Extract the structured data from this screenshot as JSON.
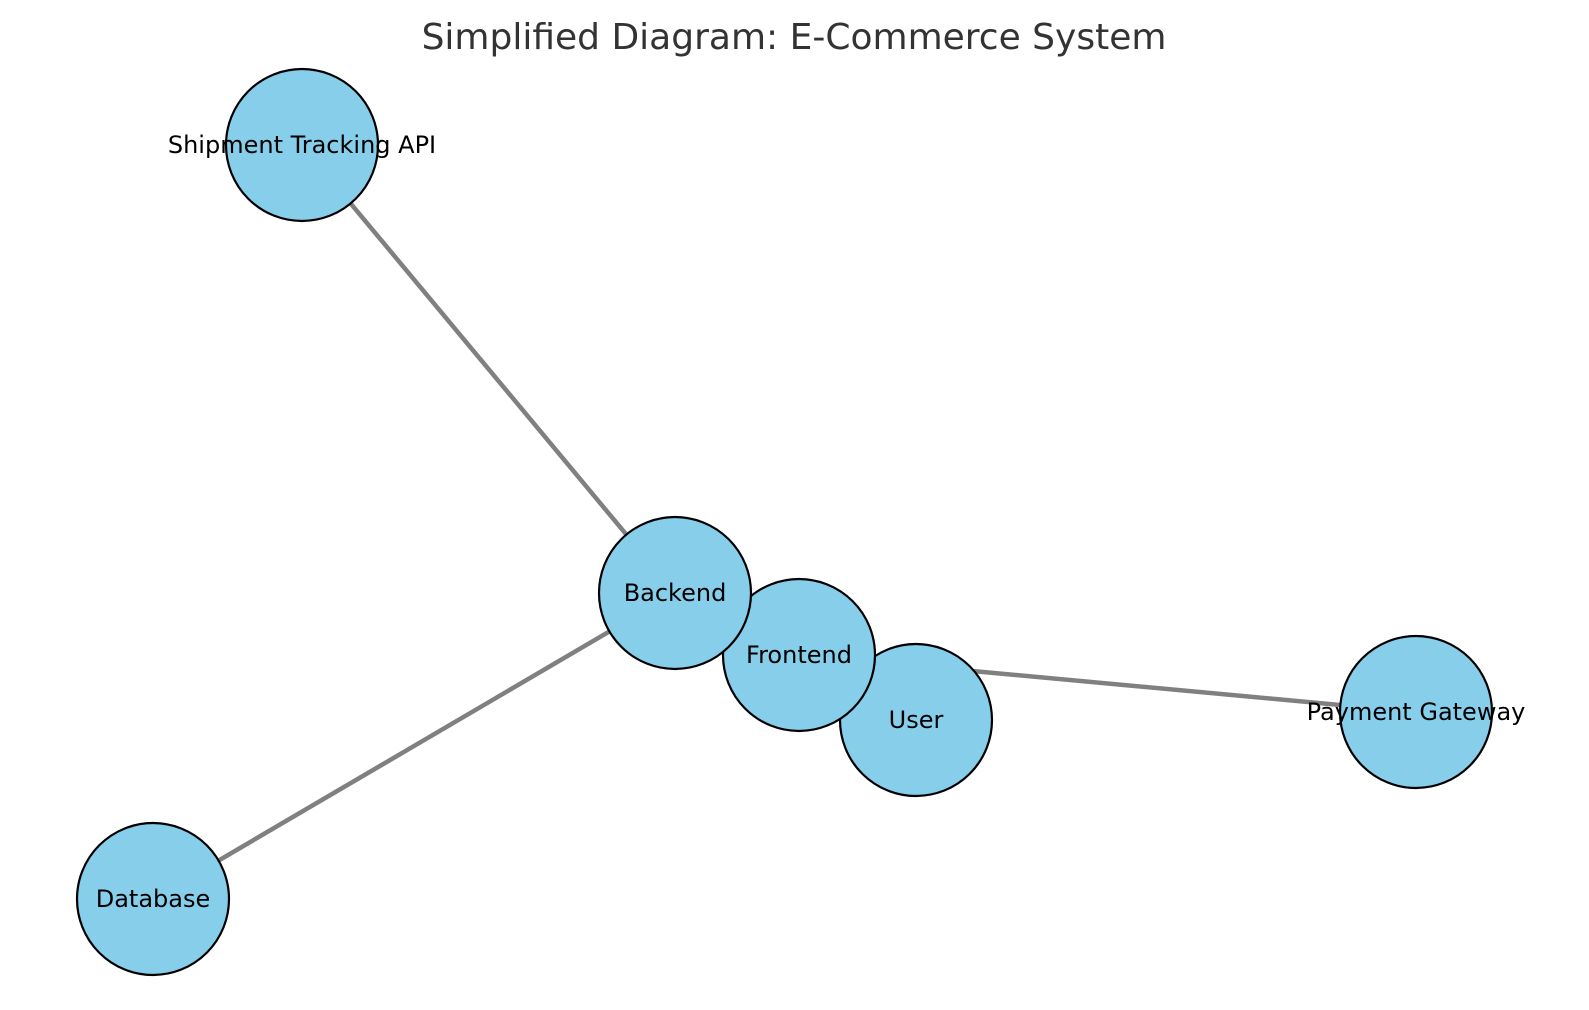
{
  "diagram": {
    "title": "Simplified Diagram: E-Commerce System",
    "colors": {
      "node_fill": "#87ceeb",
      "node_stroke": "#000000",
      "edge": "#808080",
      "title": "#333333"
    },
    "nodes": [
      {
        "id": "shipment",
        "label": "Shipment Tracking API"
      },
      {
        "id": "backend",
        "label": "Backend"
      },
      {
        "id": "frontend",
        "label": "Frontend"
      },
      {
        "id": "user",
        "label": "User"
      },
      {
        "id": "payment",
        "label": "Payment Gateway"
      },
      {
        "id": "database",
        "label": "Database"
      }
    ],
    "edges": [
      {
        "source": "shipment",
        "target": "backend"
      },
      {
        "source": "backend",
        "target": "database"
      },
      {
        "source": "frontend",
        "target": "payment"
      },
      {
        "source": "frontend",
        "target": "user"
      },
      {
        "source": "backend",
        "target": "frontend"
      }
    ]
  }
}
